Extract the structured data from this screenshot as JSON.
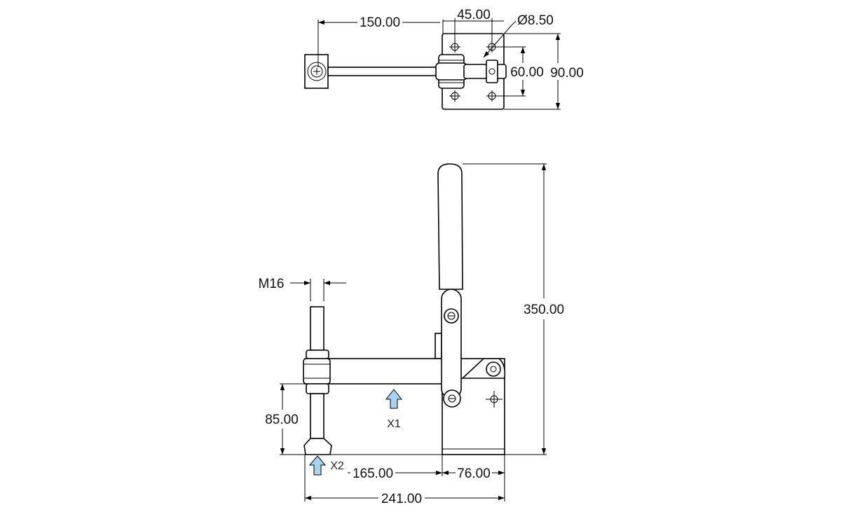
{
  "dimensions": {
    "top_length": "150.00",
    "top_hole_spacing": "45.00",
    "hole_diameter": "Ø8.50",
    "top_inner_height": "60.00",
    "top_outer_height": "90.00",
    "thread": "M16",
    "total_height": "350.00",
    "spindle_height": "85.00",
    "reach": "165.00",
    "base_width": "76.00",
    "overall_width": "241.00"
  },
  "labels": {
    "x1": "X1",
    "x2": "X2"
  },
  "colors": {
    "arrow_fill": "#a8d4f0",
    "line": "#000000"
  }
}
